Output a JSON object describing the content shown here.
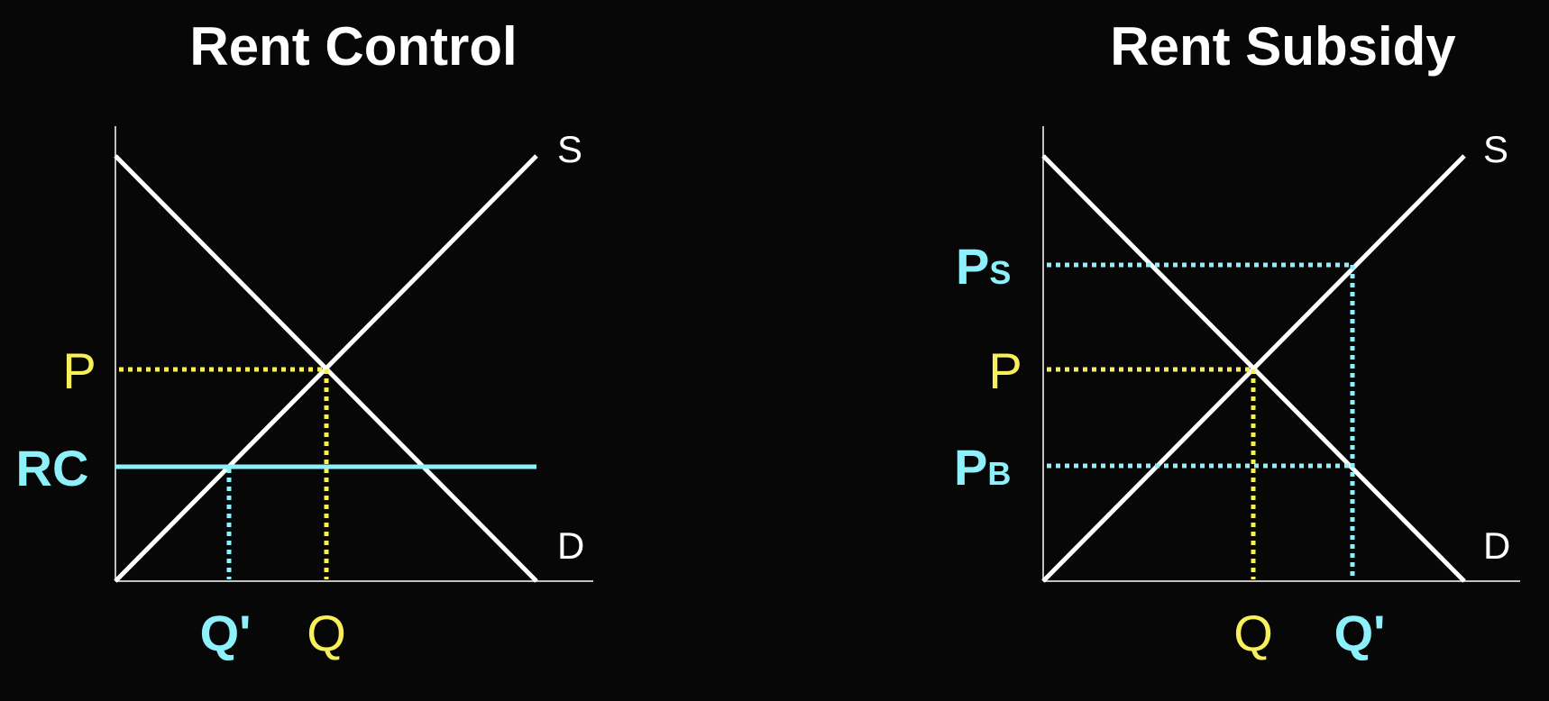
{
  "colors": {
    "background": "#070707",
    "curves": "#ffffff",
    "cyan": "#8ef0fb",
    "yellow": "#f7f05a"
  },
  "rent_control": {
    "title": "Rent Control",
    "supply_label": "S",
    "demand_label": "D",
    "price_label": "P",
    "rent_control_label": "RC",
    "q_prime_label": "Q'",
    "q_label": "Q"
  },
  "rent_subsidy": {
    "title": "Rent Subsidy",
    "supply_label": "S",
    "demand_label": "D",
    "seller_price_main": "P",
    "seller_price_sub": "S",
    "price_label": "P",
    "buyer_price_main": "P",
    "buyer_price_sub": "B",
    "q_label": "Q",
    "q_prime_label": "Q'"
  }
}
